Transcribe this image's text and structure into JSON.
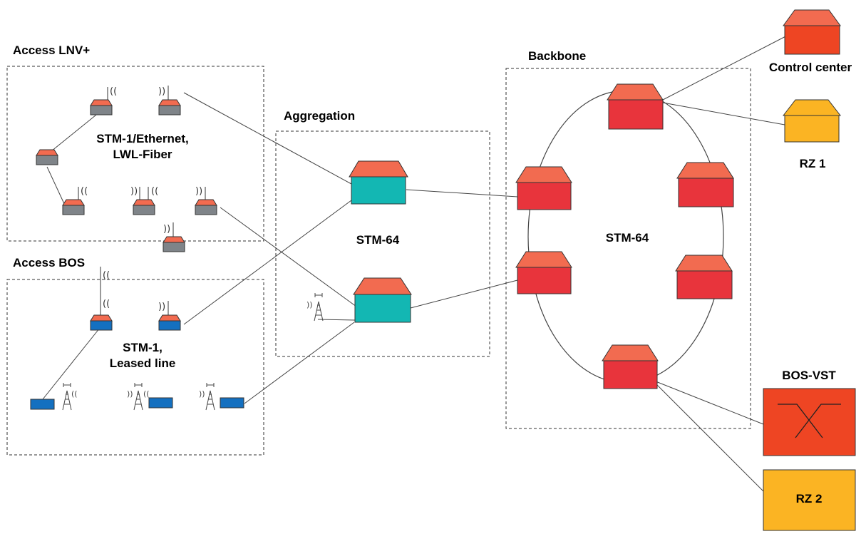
{
  "regions": {
    "access_lnv": {
      "title": "Access LNV+",
      "tech": "STM-1/Ethernet,",
      "tech2": "LWL-Fiber"
    },
    "access_bos": {
      "title": "Access BOS",
      "tech": "STM-1,",
      "tech2": "Leased line"
    },
    "aggregation": {
      "title": "Aggregation",
      "tech": "STM-64"
    },
    "backbone": {
      "title": "Backbone",
      "tech": "STM-64"
    }
  },
  "endpoints": {
    "control_center": "Control center",
    "rz1": "RZ 1",
    "bos_vst": "BOS-VST",
    "rz2": "RZ 2"
  },
  "colors": {
    "roof": "#f26b50",
    "backbone_body": "#e8343c",
    "aggregation_body": "#13b7b3",
    "lnv_body": "#7f8489",
    "bos_body": "#1470c0",
    "control_center": "#ee4523",
    "rz": "#fbb423",
    "bos_vst": "#ee4523"
  }
}
